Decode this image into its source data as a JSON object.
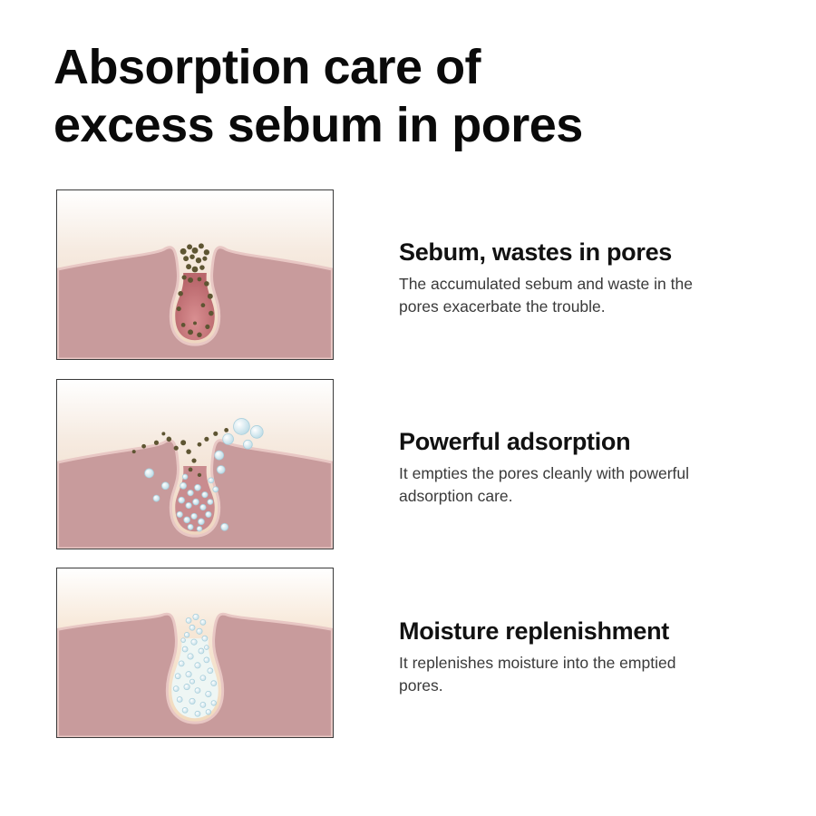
{
  "title": "Absorption care of\nexcess sebum in pores",
  "colors": {
    "skin": "#c89b9c",
    "skin_outline": "#e6c4c2",
    "pore_inner": "#c47f83",
    "surface_top": "#f7ede4",
    "surface_bottom": "#eed5bd",
    "sebum": "#5e5532",
    "bubble": "#e4f1f6"
  },
  "steps": [
    {
      "heading": "Sebum, wastes in pores",
      "description": "The accumulated sebum and waste in the pores exacerbate the trouble.",
      "illustration": "pore-sebum-illustration"
    },
    {
      "heading": "Powerful adsorption",
      "description": "It empties the pores cleanly with powerful adsorption care.",
      "illustration": "pore-adsorption-illustration"
    },
    {
      "heading": "Moisture replenishment",
      "description": "It replenishes moisture into the emptied pores.",
      "illustration": "pore-moisture-illustration"
    }
  ]
}
